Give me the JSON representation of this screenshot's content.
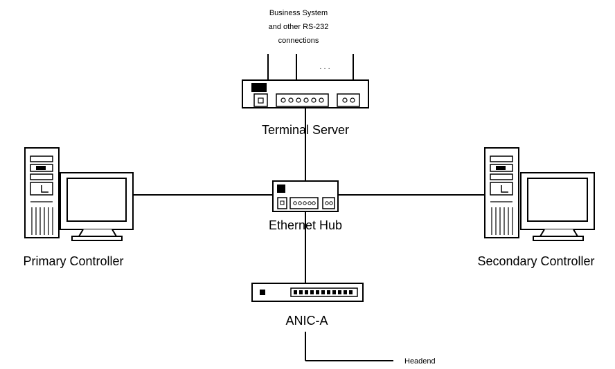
{
  "nodes": {
    "business_system": {
      "lines": [
        "Business System",
        "and other RS-232",
        "connections"
      ],
      "ellipsis": ". . ."
    },
    "terminal_server": {
      "label": "Terminal Server"
    },
    "ethernet_hub": {
      "label": "Ethernet Hub"
    },
    "primary_controller": {
      "label": "Primary Controller"
    },
    "secondary_controller": {
      "label": "Secondary Controller"
    },
    "anic_a": {
      "label": "ANIC-A"
    },
    "headend": {
      "label": "Headend"
    }
  },
  "colors": {
    "line": "#000000",
    "background": "#ffffff",
    "device_dark": "#000000"
  }
}
